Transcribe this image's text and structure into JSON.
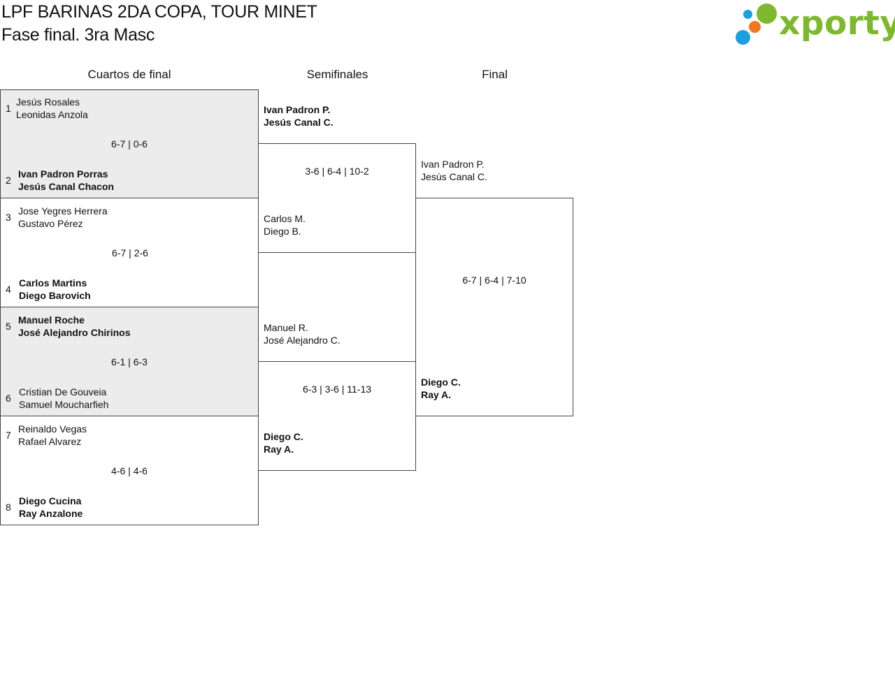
{
  "header": {
    "title_line1": "LPF BARINAS 2DA COPA, TOUR MINET",
    "title_line2": "Fase final. 3ra Masc"
  },
  "logo": {
    "wordmark": "xporty",
    "colors": {
      "green": "#7db92d",
      "blue": "#1aa0e0",
      "orange": "#f07820"
    }
  },
  "rounds": {
    "quarterfinals": "Cuartos de final",
    "semifinals": "Semifinales",
    "final": "Final"
  },
  "quarterfinals": [
    {
      "score": "6-7 | 0-6",
      "top": {
        "seed": "1",
        "players": [
          "Jesús Rosales",
          "Leonidas Anzola"
        ],
        "winner": false
      },
      "bottom": {
        "seed": "2",
        "players": [
          "Ivan Padron Porras",
          "Jesús Canal Chacon"
        ],
        "winner": true
      }
    },
    {
      "score": "6-7 | 2-6",
      "top": {
        "seed": "3",
        "players": [
          "Jose Yegres Herrera",
          "Gustavo Pérez"
        ],
        "winner": false
      },
      "bottom": {
        "seed": "4",
        "players": [
          "Carlos Martins",
          "Diego Barovich"
        ],
        "winner": true
      }
    },
    {
      "score": "6-1 | 6-3",
      "top": {
        "seed": "5",
        "players": [
          "Manuel Roche",
          "José Alejandro Chirinos"
        ],
        "winner": true
      },
      "bottom": {
        "seed": "6",
        "players": [
          "Cristian De Gouveia",
          "Samuel Moucharfieh"
        ],
        "winner": false
      }
    },
    {
      "score": "4-6 | 4-6",
      "top": {
        "seed": "7",
        "players": [
          "Reinaldo Vegas",
          "Rafael Alvarez"
        ],
        "winner": false
      },
      "bottom": {
        "seed": "8",
        "players": [
          "Diego Cucina",
          "Ray Anzalone"
        ],
        "winner": true
      }
    }
  ],
  "semifinals": [
    {
      "score": "3-6 | 6-4 | 10-2",
      "top": {
        "players": [
          "Ivan Padron P.",
          "Jesús Canal C."
        ],
        "winner": true
      },
      "bottom": {
        "players": [
          "Carlos M.",
          "Diego B."
        ],
        "winner": false
      }
    },
    {
      "score": "6-3 | 3-6 | 11-13",
      "top": {
        "players": [
          "Manuel R.",
          "José Alejandro C."
        ],
        "winner": false
      },
      "bottom": {
        "players": [
          "Diego C.",
          "Ray A."
        ],
        "winner": true
      }
    }
  ],
  "final": {
    "score": "6-7 | 6-4 | 7-10",
    "top": {
      "players": [
        "Ivan Padron P.",
        "Jesús Canal C."
      ],
      "winner": false
    },
    "bottom": {
      "players": [
        "Diego C.",
        "Ray A."
      ],
      "winner": true
    }
  }
}
